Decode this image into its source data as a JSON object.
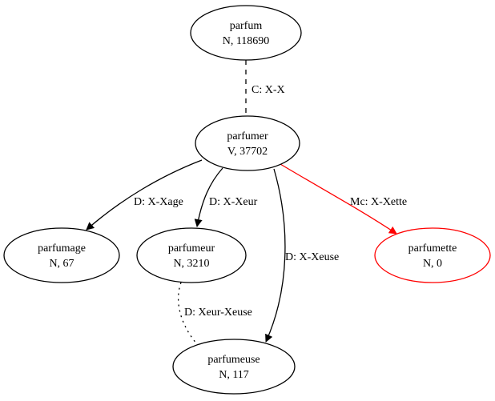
{
  "colors": {
    "default": "#000000",
    "highlight": "#ff0000"
  },
  "nodes": [
    {
      "id": "parfum",
      "word": "parfum",
      "info": "N, 118690",
      "highlight": false
    },
    {
      "id": "parfumer",
      "word": "parfumer",
      "info": "V, 37702",
      "highlight": false
    },
    {
      "id": "parfumage",
      "word": "parfumage",
      "info": "N, 67",
      "highlight": false
    },
    {
      "id": "parfumeur",
      "word": "parfumeur",
      "info": "N, 3210",
      "highlight": false
    },
    {
      "id": "parfumette",
      "word": "parfumette",
      "info": "N, 0",
      "highlight": true
    },
    {
      "id": "parfumeuse",
      "word": "parfumeuse",
      "info": "N, 117",
      "highlight": false
    }
  ],
  "edges": [
    {
      "id": "parfum-parfumer",
      "from": "parfum",
      "to": "parfumer",
      "label": "C: X-X",
      "style": "dashed",
      "arrow": false,
      "highlight": false
    },
    {
      "id": "parfumer-parfumage",
      "from": "parfumer",
      "to": "parfumage",
      "label": "D: X-Xage",
      "style": "solid",
      "arrow": true,
      "highlight": false
    },
    {
      "id": "parfumer-parfumeur",
      "from": "parfumer",
      "to": "parfumeur",
      "label": "D: X-Xeur",
      "style": "solid",
      "arrow": true,
      "highlight": false
    },
    {
      "id": "parfumer-parfumeuse",
      "from": "parfumer",
      "to": "parfumeuse",
      "label": "D: X-Xeuse",
      "style": "solid",
      "arrow": true,
      "highlight": false
    },
    {
      "id": "parfumer-parfumette",
      "from": "parfumer",
      "to": "parfumette",
      "label": "Mc: X-Xette",
      "style": "solid",
      "arrow": true,
      "highlight": true
    },
    {
      "id": "parfumeur-parfumeuse",
      "from": "parfumeur",
      "to": "parfumeuse",
      "label": "D: Xeur-Xeuse",
      "style": "dotted",
      "arrow": false,
      "highlight": false
    }
  ]
}
